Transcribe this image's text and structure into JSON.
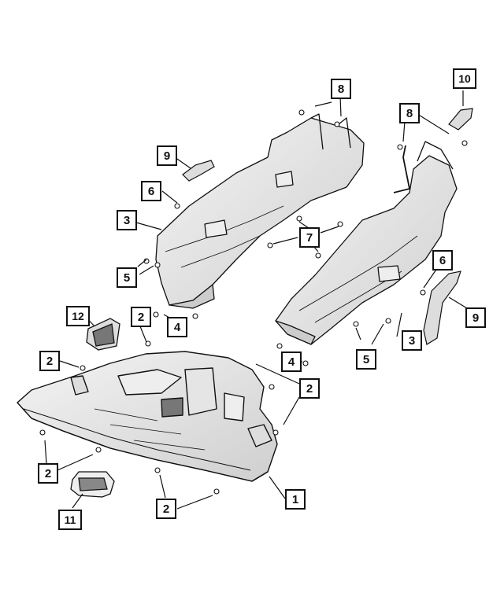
{
  "callouts": {
    "c1": "1",
    "c2a": "2",
    "c2b": "2",
    "c2c": "2",
    "c2d": "2",
    "c2e": "2",
    "c3a": "3",
    "c3b": "3",
    "c4a": "4",
    "c4b": "4",
    "c5a": "5",
    "c5b": "5",
    "c6a": "6",
    "c6b": "6",
    "c7": "7",
    "c8a": "8",
    "c8b": "8",
    "c9a": "9",
    "c9b": "9",
    "c10": "10",
    "c11": "11",
    "c12": "12"
  },
  "colors": {
    "line": "#111111",
    "fill": "#ffffff",
    "shade": "#d9d9d9",
    "dark": "#555555"
  }
}
